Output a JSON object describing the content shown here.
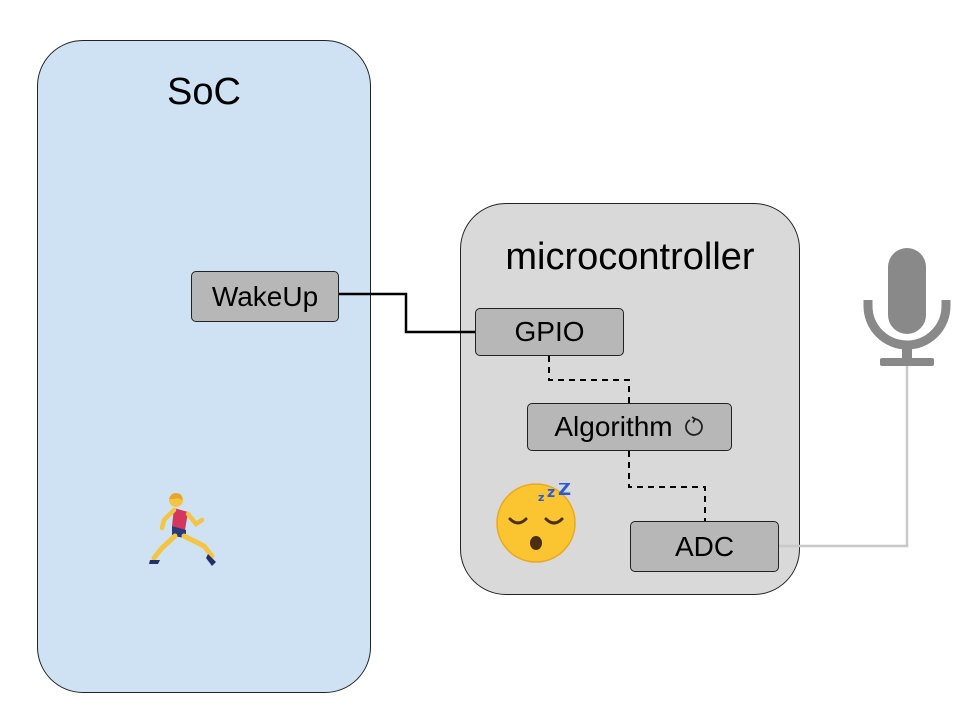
{
  "colors": {
    "soc_fill": "#cfe2f3",
    "mcu_fill": "#d9d9d9",
    "block_fill": "#b7b7b7",
    "wire_solid": "#000000",
    "wire_dashed": "#000000",
    "mic_wire": "#c8c8c8",
    "mic_icon": "#898989"
  },
  "soc": {
    "title": "SoC",
    "wakeup_label": "WakeUp",
    "runner_icon": "running-person-icon"
  },
  "microcontroller": {
    "title": "microcontroller",
    "gpio_label": "GPIO",
    "algorithm_label": "Algorithm",
    "algorithm_icon": "refresh-icon",
    "adc_label": "ADC",
    "sleep_icon": "sleeping-face-icon"
  },
  "external": {
    "mic_icon": "microphone-icon"
  },
  "connections": [
    {
      "from": "WakeUp",
      "to": "GPIO",
      "style": "solid"
    },
    {
      "from": "GPIO",
      "to": "Algorithm",
      "style": "dashed"
    },
    {
      "from": "Algorithm",
      "to": "ADC",
      "style": "dashed"
    },
    {
      "from": "ADC",
      "to": "microphone",
      "style": "solid-light"
    }
  ]
}
